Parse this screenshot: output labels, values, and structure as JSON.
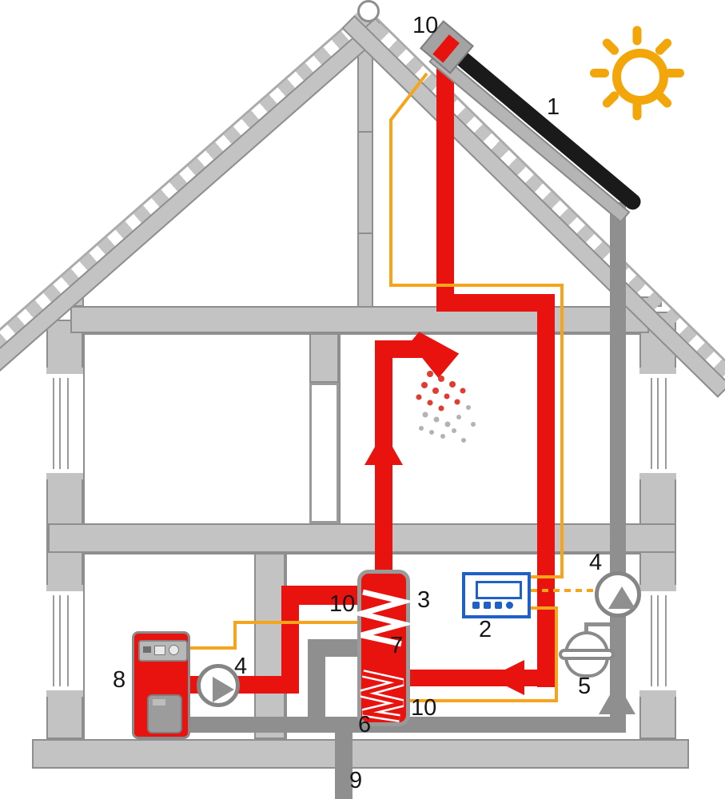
{
  "diagram_type": "solar-thermal-heating-system-house-cross-section",
  "labels": {
    "solar_collector": "1",
    "controller": "2",
    "storage_tank": "3",
    "pump_boiler_circuit": "4",
    "pump_solar_circuit": "4",
    "expansion_vessel": "5",
    "cold_water_connection": "6",
    "heat_exchanger": "7",
    "boiler": "8",
    "cold_water_supply": "9",
    "sensor_collector": "10",
    "sensor_store_top": "10",
    "sensor_store_bottom": "10"
  },
  "colors": {
    "hot": "#e8120e",
    "pipe": "#8f8f8f",
    "wall": "#c3c3c3",
    "wallborder": "#8e8e8e",
    "wire": "#f5a41c",
    "blue": "#1e5fc8",
    "sun": "#f2a60a",
    "collector": "#1a1a1a"
  }
}
